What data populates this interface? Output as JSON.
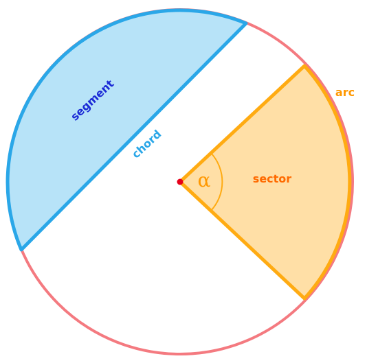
{
  "labels": {
    "segment": "segment",
    "chord": "chord",
    "arc": "arc",
    "sector": "sector",
    "angle": "α"
  },
  "colors": {
    "circle": "#f47a80",
    "segment_fill": "#b7e3f8",
    "segment_stroke": "#2aa7e8",
    "segment_text": "#1b2ad6",
    "chord_text": "#2aa7e8",
    "sector_fill": "#ffdfa6",
    "sector_stroke": "#ffab12",
    "arc_text": "#ff9800",
    "sector_text": "#ff6a00",
    "angle_text": "#ff9800",
    "center": "#e6001a"
  }
}
